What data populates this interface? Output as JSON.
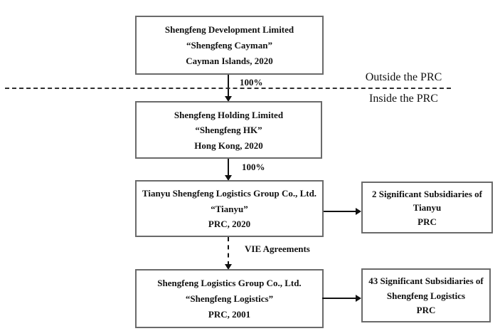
{
  "regions": {
    "outside_label": "Outside the PRC",
    "inside_label": "Inside the PRC"
  },
  "edges": {
    "cayman_to_hk": "100%",
    "hk_to_tianyu": "100%",
    "tianyu_to_logistics": "VIE Agreements"
  },
  "nodes": {
    "cayman": {
      "name": "Shengfeng Development Limited",
      "alias": "“Shengfeng Cayman”",
      "jurisdiction": "Cayman Islands, 2020"
    },
    "hk": {
      "name": "Shengfeng Holding Limited",
      "alias": "“Shengfeng HK”",
      "jurisdiction": "Hong Kong, 2020"
    },
    "tianyu": {
      "name": "Tianyu Shengfeng Logistics Group Co., Ltd.",
      "alias": "“Tianyu”",
      "jurisdiction": "PRC, 2020"
    },
    "tianyu_subs": {
      "name": "2 Significant Subsidiaries of",
      "alias": "Tianyu",
      "jurisdiction": "PRC"
    },
    "logistics": {
      "name": "Shengfeng Logistics Group Co., Ltd.",
      "alias": "“Shengfeng Logistics”",
      "jurisdiction": "PRC, 2001"
    },
    "logistics_subs": {
      "name": "43 Significant Subsidiaries of",
      "alias": "Shengfeng Logistics",
      "jurisdiction": "PRC"
    }
  },
  "colors": {
    "background": "#ffffff",
    "box_border": "#6a6a6a",
    "arrow_line": "#111111",
    "text": "#111111"
  }
}
